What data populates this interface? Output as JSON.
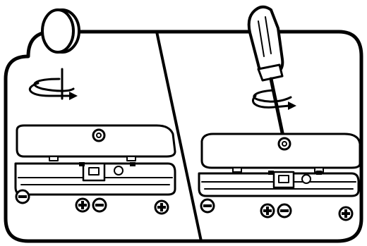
{
  "figure": {
    "panels": [
      {
        "id": "left",
        "tool": "coin",
        "action": "rotate",
        "battery_tray": {
          "polarity_marks": [
            "minus",
            "plus",
            "minus",
            "plus"
          ]
        }
      },
      {
        "id": "right",
        "tool": "screwdriver",
        "action": "rotate",
        "battery_tray": {
          "polarity_marks": [
            "minus",
            "plus",
            "minus",
            "plus"
          ]
        }
      }
    ]
  },
  "colors": {
    "line": "#000000",
    "fill": "#ffffff",
    "screwdriver_handle": "#ffffff"
  },
  "icons": [
    "coin-icon",
    "screwdriver-icon",
    "rotation-arrow-icon",
    "minus-sign-icon",
    "plus-sign-icon",
    "screw-icon"
  ]
}
